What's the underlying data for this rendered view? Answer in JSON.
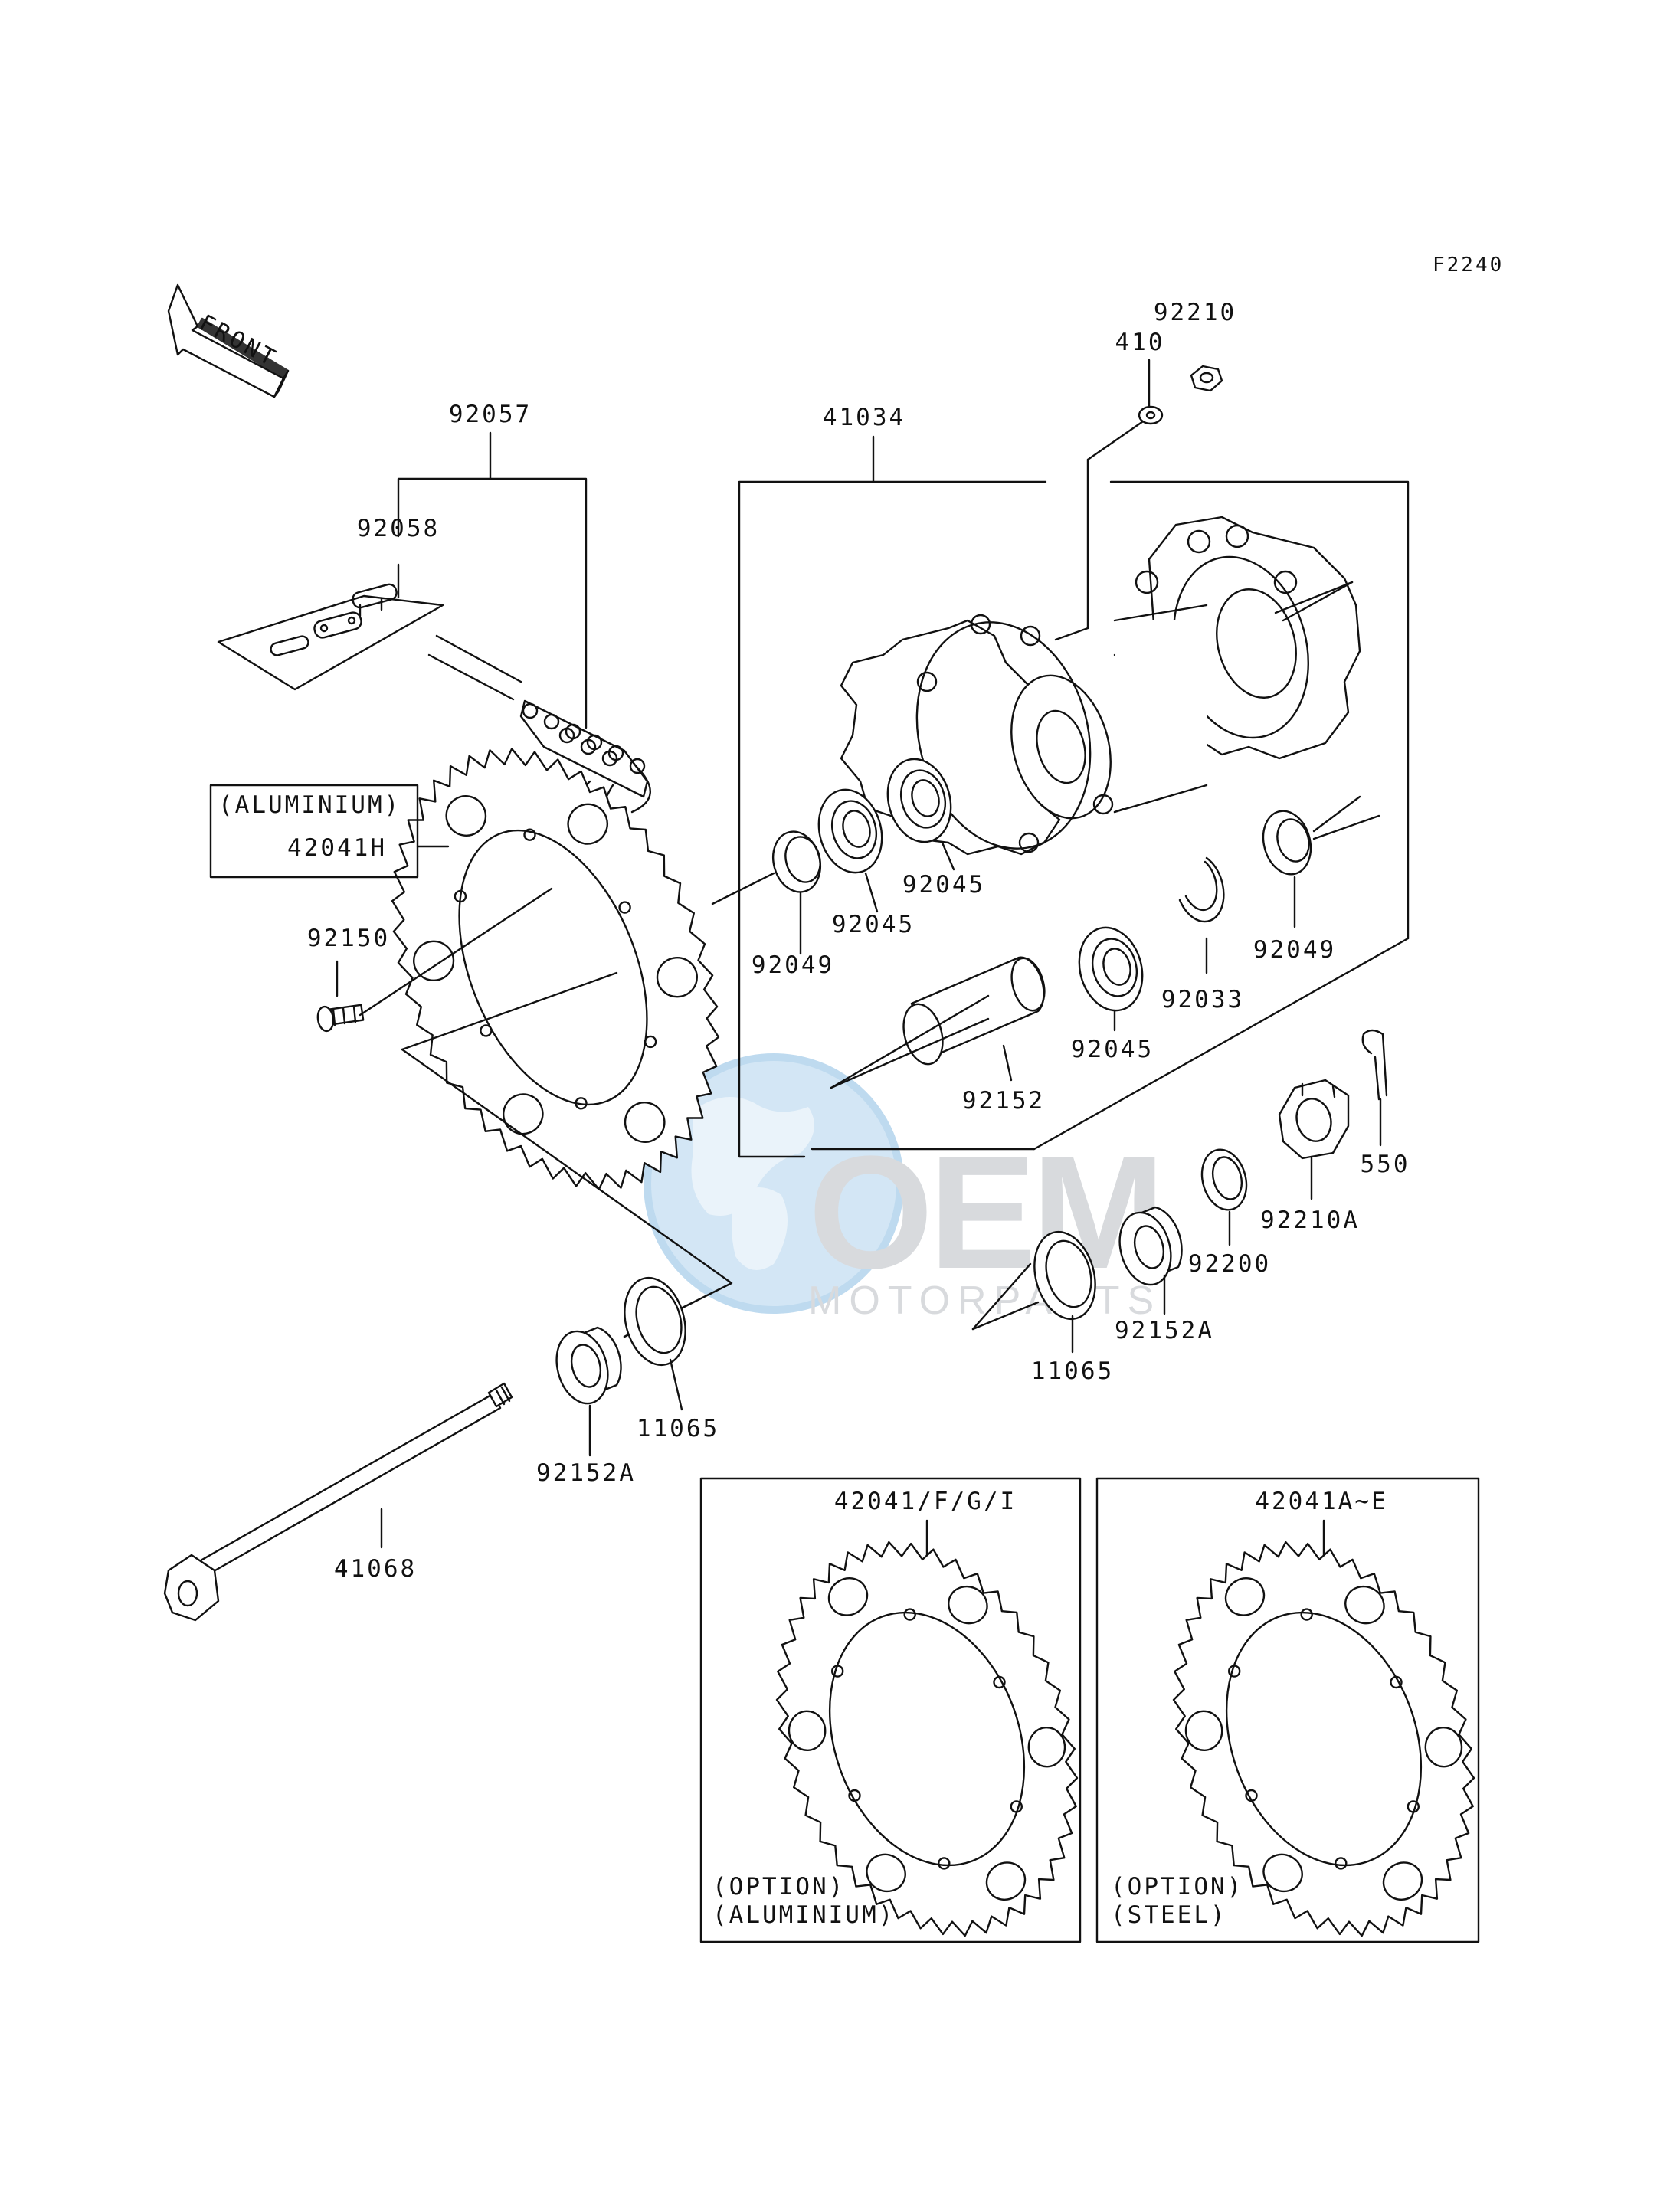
{
  "diagram": {
    "figure_code": "F2240",
    "front_label": "FRONT",
    "watermark": {
      "logo_text": "OEM",
      "subtitle": "MOTORPARTS"
    },
    "colors": {
      "line": "#111111",
      "watermark_blue": "#b8d7ee",
      "watermark_gray": "#d4d7da"
    },
    "parts": [
      {
        "id": "p92210",
        "label": "92210"
      },
      {
        "id": "p410",
        "label": "410"
      },
      {
        "id": "p92057",
        "label": "92057"
      },
      {
        "id": "p41034",
        "label": "41034"
      },
      {
        "id": "p92058",
        "label": "92058"
      },
      {
        "id": "p42041H_note",
        "label": "(ALUMINIUM)"
      },
      {
        "id": "p42041H",
        "label": "42041H"
      },
      {
        "id": "p92045a",
        "label": "92045"
      },
      {
        "id": "p92045b",
        "label": "92045"
      },
      {
        "id": "p92049a",
        "label": "92049"
      },
      {
        "id": "p92049b",
        "label": "92049"
      },
      {
        "id": "p92150",
        "label": "92150"
      },
      {
        "id": "p92033",
        "label": "92033"
      },
      {
        "id": "p92045c",
        "label": "92045"
      },
      {
        "id": "p92152",
        "label": "92152"
      },
      {
        "id": "p550",
        "label": "550"
      },
      {
        "id": "p92210A",
        "label": "92210A"
      },
      {
        "id": "p92200",
        "label": "92200"
      },
      {
        "id": "p92152Ar",
        "label": "92152A"
      },
      {
        "id": "p11065r",
        "label": "11065"
      },
      {
        "id": "p11065l",
        "label": "11065"
      },
      {
        "id": "p92152Al",
        "label": "92152A"
      },
      {
        "id": "p41068",
        "label": "41068"
      }
    ],
    "options": [
      {
        "id": "opt1",
        "label": "42041/F/G/I",
        "note1": "(OPTION)",
        "note2": "(ALUMINIUM)"
      },
      {
        "id": "opt2",
        "label": "42041A~E",
        "note1": "(OPTION)",
        "note2": "(STEEL)"
      }
    ]
  }
}
